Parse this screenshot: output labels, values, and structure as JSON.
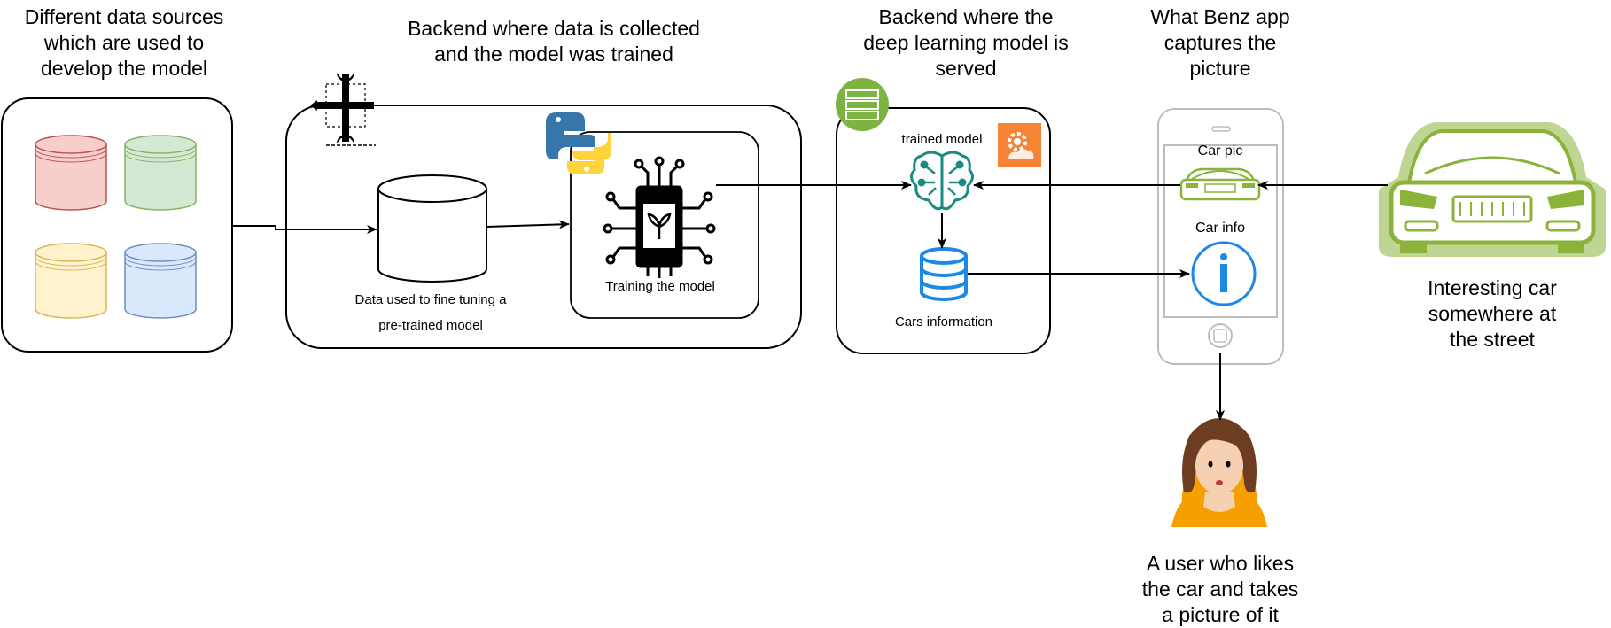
{
  "labels": {
    "data_sources": [
      "Different data sources",
      "which are used to",
      "develop the model"
    ],
    "training_backend": [
      "Backend where data is collected",
      "and the model was trained"
    ],
    "serving_backend": [
      "Backend where the",
      "deep learning model is",
      "served"
    ],
    "benz_app": [
      "What Benz app",
      "captures the",
      "picture"
    ],
    "car_street": [
      "Interesting car",
      "somewhere at",
      "the street"
    ],
    "user": [
      "A user who likes",
      "the car and takes",
      "a picture of it"
    ],
    "finetune_data": [
      "Data used to fine tuning a",
      "pre-trained model"
    ],
    "training": "Training the model",
    "trained_model": "trained model",
    "cars_info": "Cars information",
    "car_pic": "Car pic",
    "car_info": "Car info"
  },
  "icons": {
    "db_red": "database-cylinder-icon",
    "db_green": "database-cylinder-icon",
    "db_yellow": "database-cylinder-icon",
    "db_blue": "database-cylinder-icon",
    "tools": "wrench-pencil-icon",
    "python": "python-logo-icon",
    "ml_chip": "ml-chip-icon",
    "server": "server-icon",
    "brain": "neural-brain-icon",
    "gear_cloud": "gear-cloud-icon",
    "database": "database-stack-icon",
    "car": "car-icon",
    "info": "info-icon",
    "user": "user-avatar-icon"
  },
  "colors": {
    "db_red": "#f8cecc",
    "db_red_stroke": "#b85450",
    "db_green": "#d5e8d4",
    "db_green_stroke": "#82b366",
    "db_yellow": "#fff2cc",
    "db_yellow_stroke": "#d6b656",
    "db_blue": "#dae8fc",
    "db_blue_stroke": "#6c8ebf",
    "server_green": "#7cb342",
    "aws_orange": "#f58534",
    "brain_teal": "#1b8a82",
    "info_blue": "#1e88e5",
    "car_green": "#8bb33a",
    "python_blue": "#3776ab",
    "python_yellow": "#ffd43b"
  }
}
